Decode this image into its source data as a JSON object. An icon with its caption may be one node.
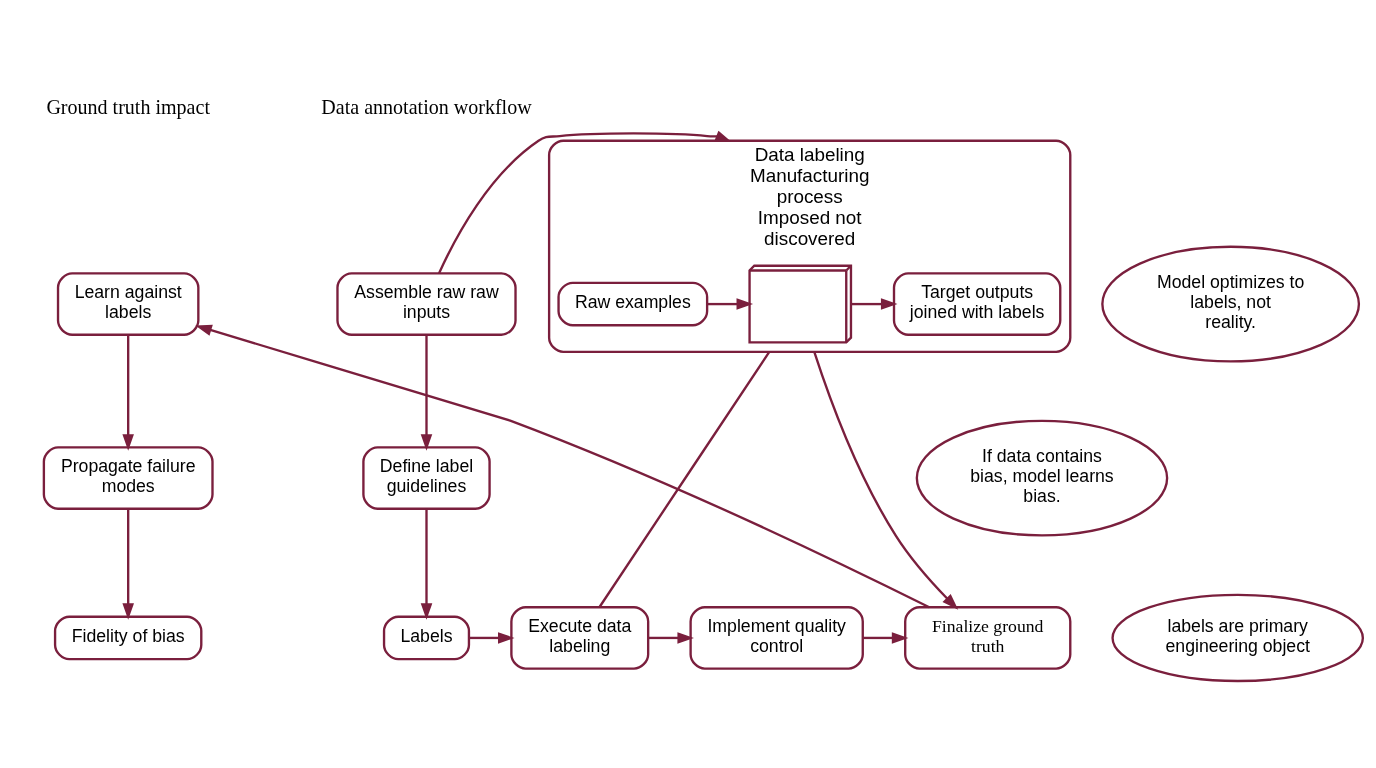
{
  "diagram": {
    "nodes": [
      {
        "text": [
          "Assemble raw raw inputs"
        ]
      },
      {
        "text": [
          "Define label guidelines"
        ]
      },
      {
        "text": [
          "Labels"
        ]
      },
      {
        "text": [
          "Data labeling",
          "Manufacturing process",
          "Imposed not discovered"
        ]
      },
      {
        "text": [
          "Raw examples"
        ],
        "in": 3
      },
      {
        "text": [],
        "shape": "picture",
        "in": 3
      },
      {
        "text": [
          "Target outputs",
          "joined with labels"
        ],
        "in": 3
      },
      {
        "text": [
          "Execute data labeling"
        ]
      },
      {
        "text": [
          "Implement quality control"
        ]
      },
      {
        "text": [
          "Finalize ground truth"
        ]
      },
      {
        "text": [
          "Learn against labels"
        ]
      },
      {
        "text": [
          "Propagate failure modes"
        ]
      },
      {
        "text": [
          "Fidelity of bias"
        ]
      },
      {
        "text": [
          "Model optimizes to labels, not reality."
        ]
      },
      {
        "text": [
          "If data contains bias, model learns bias."
        ]
      },
      {
        "text": [
          "labels are primary engineering object"
        ]
      }
    ],
    "edges": [
      {
        "from": 0,
        "to": 1,
        "arrow": "to"
      },
      {
        "from": 1,
        "to": 2,
        "arrow": "to"
      },
      {
        "from": 0,
        "to": 3,
        "arrow": "to"
      },
      {
        "from": 4,
        "to": 5,
        "arrow": "to"
      },
      {
        "from": 5,
        "to": 6,
        "arrow": "to"
      },
      {
        "from": 2,
        "to": 7,
        "arrow": "to"
      },
      {
        "from": 3,
        "to": 7,
        "arrow": "none"
      },
      {
        "from": 3,
        "to": 9,
        "arrow": "to"
      },
      {
        "from": 7,
        "to": 8,
        "arrow": "to"
      },
      {
        "from": 8,
        "to": 9,
        "arrow": "to"
      },
      {
        "from": 9,
        "to": 10,
        "arrow": "to"
      },
      {
        "from": 10,
        "to": 11,
        "arrow": "to"
      },
      {
        "from": 11,
        "to": 12,
        "arrow": "to"
      }
    ],
    "labels": [
      "Data annotation workflow",
      "Ground truth impact"
    ]
  }
}
